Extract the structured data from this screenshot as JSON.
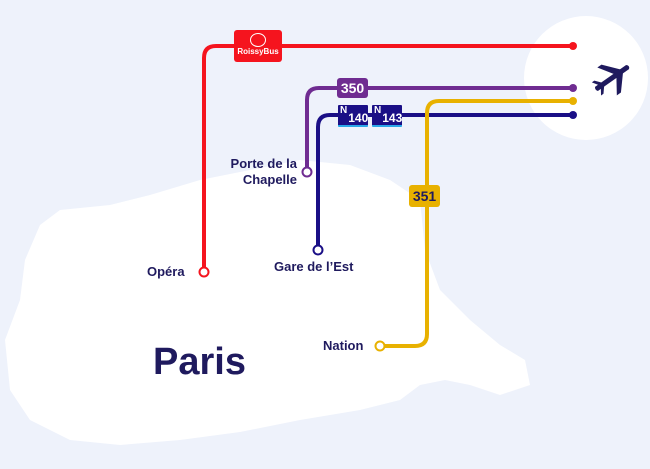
{
  "city_label": "Paris",
  "airport_icon": "airplane-icon",
  "lines": [
    {
      "name": "RoissyBus",
      "color": "#f5141e",
      "stop": "Opéra"
    },
    {
      "name": "350",
      "color": "#6f2c91",
      "stop": "Porte de la Chapelle"
    },
    {
      "name": "N140",
      "color": "#1a0f86",
      "stop": "Gare de l’Est"
    },
    {
      "name": "N143",
      "color": "#1a0f86",
      "stop": "Gare de l’Est"
    },
    {
      "name": "351",
      "color": "#e8b100",
      "stop": "Nation"
    }
  ],
  "stops": {
    "opera": "Opéra",
    "porte_line1": "Porte de la",
    "porte_line2": "Chapelle",
    "gare_est": "Gare de l’Est",
    "nation": "Nation"
  },
  "badges": {
    "roissybus": "RoissyBus",
    "b350": "350",
    "n140_prefix": "N",
    "n140_num": "140",
    "n143_prefix": "N",
    "n143_num": "143",
    "b351": "351"
  }
}
